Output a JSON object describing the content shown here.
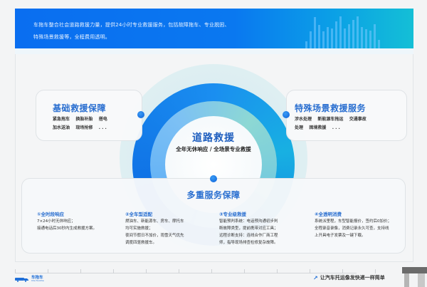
{
  "header": {
    "description_line1": "车拖车整合社会道路救援力量，提供24小时专业救援服务，包括故障拖车、专业脱困、",
    "description_line2": "特殊场景救援等，全程费用透明。",
    "background_gradient": [
      "#0a6ef0",
      "#14bfd6"
    ],
    "decor_bar_heights": [
      10,
      24,
      44,
      33,
      24,
      30,
      28,
      38,
      45,
      28,
      34,
      40,
      45,
      30,
      27,
      25,
      34,
      12
    ]
  },
  "center": {
    "title": "道路救援",
    "subtitle": "全年无休响应 / 全场景专业救援",
    "accent_color": "#1f5fbf"
  },
  "left_card": {
    "title": "基础救援保障",
    "items_line1": "紧急拖车    换胎补胎    搭电",
    "items_line2": "加水送油    现场抢修    . . ."
  },
  "right_card": {
    "title": "特殊场景救援服务",
    "items_line1": "涉水处理    新能源车拖运    交通事故",
    "items_line2": "处理    困境救援    . . ."
  },
  "bottom_card": {
    "title": "多重服务保障",
    "columns": [
      {
        "heading": "①全时段响应",
        "lines": [
          "7×24小时无休响应；",
          "接通电话后30秒内生成救援方案。"
        ]
      },
      {
        "heading": "②全车型适配",
        "lines": [
          "燃油车、新能源车、房车、摩托车",
          "均可实施救援；",
          "夜间节假日不加价，雨雪天气优先",
          "调度四驱救援车。"
        ]
      },
      {
        "heading": "③专业级救援",
        "lines": [
          "智能预判系统：电话预沟通初步判",
          "断故障类型，提前携带对应工具；",
          "远程诊断支持：连线合作厂商工程",
          "师，指导现场排查检修复杂故障。"
        ]
      },
      {
        "heading": "④全透明消费",
        "lines": [
          "系统派里程，车型智能报价，签约后0加价；",
          "全程录音录像，消费记录永久可查，支持线",
          "上开具电子发票及一键下载。"
        ]
      }
    ]
  },
  "footer": {
    "brand_name": "车拖车",
    "brand_sub": "Che TuoChe",
    "slogan": "让汽车托运像发快递一样简单",
    "slogan_icon": "arrow-up-right-icon"
  }
}
